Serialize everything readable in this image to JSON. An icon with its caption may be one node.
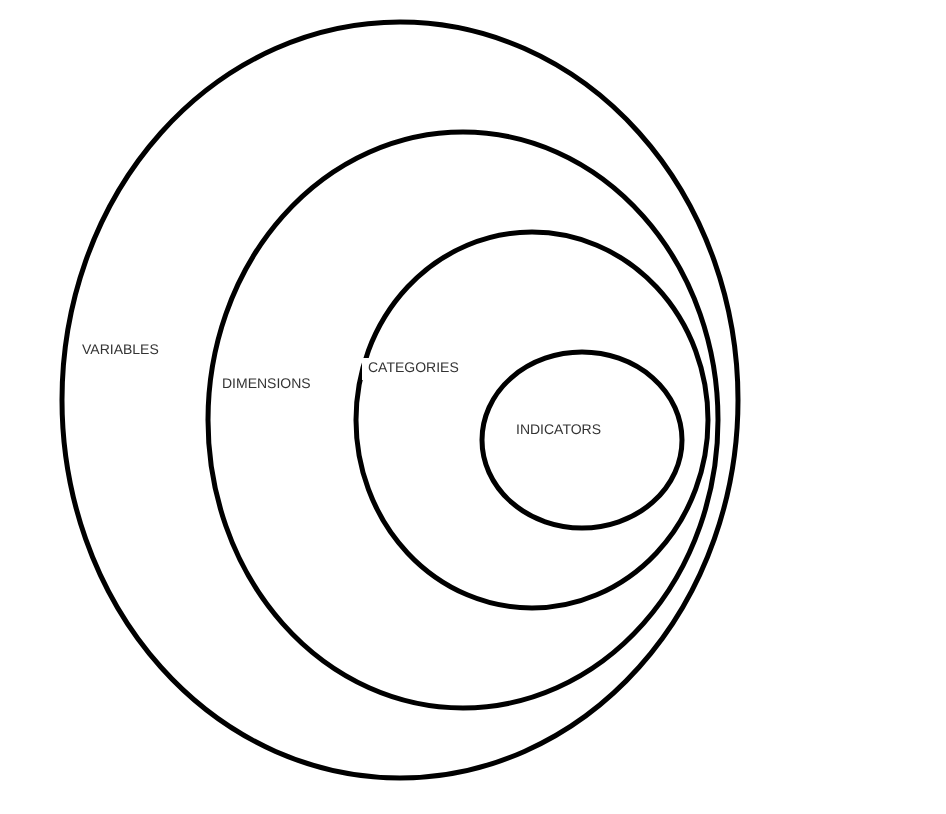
{
  "diagram": {
    "nodes": [
      {
        "text": [
          "VARIABLES"
        ]
      },
      {
        "text": [
          "DIMENSIONS"
        ],
        "in": 0
      },
      {
        "text": [
          "CATEGORIES"
        ],
        "in": 1
      },
      {
        "text": [
          "INDICATORS"
        ],
        "in": 2
      }
    ]
  }
}
